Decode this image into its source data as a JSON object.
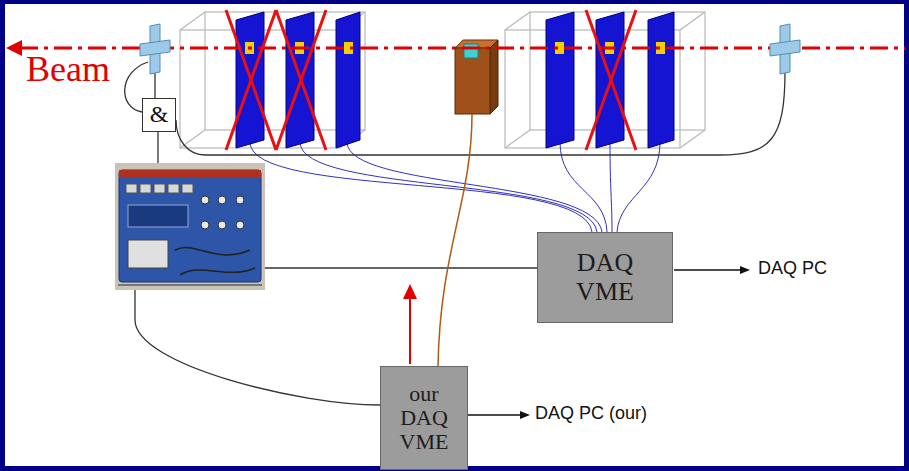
{
  "diagram": {
    "nodes": [
      {
        "text": [
          "&"
        ]
      },
      {
        "text": [
          "DAQ VME"
        ]
      },
      {
        "text": [
          "our DAQ VME"
        ]
      }
    ],
    "labels": [
      "Beam",
      "DAQ PC",
      "DAQ PC (our)"
    ]
  }
}
